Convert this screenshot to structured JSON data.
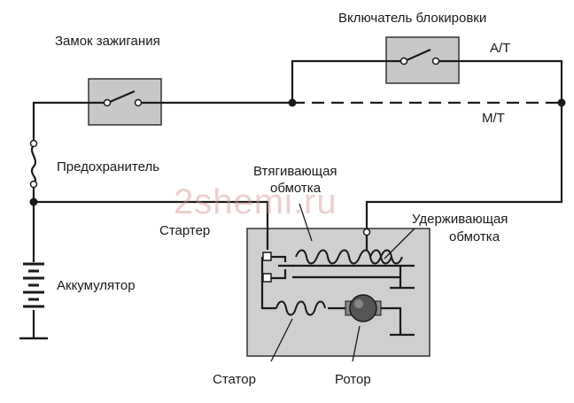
{
  "labels": {
    "ignition": "Замок зажигания",
    "interlock": "Включатель блокировки",
    "at": "А/Т",
    "mt": "М/Т",
    "fuse": "Предохранитель",
    "pull_in_1": "Втягивающая",
    "pull_in_2": "обмотка",
    "hold_1": "Удерживающая",
    "hold_2": "обмотка",
    "starter": "Стартер",
    "battery": "Аккумулятор",
    "stator": "Статор",
    "rotor": "Ротор"
  },
  "watermark": "2shemi.ru",
  "colors": {
    "wire": "#1a1a1a",
    "switch_box": "#c8c8c8",
    "starter_box": "#cfcfcf",
    "watermark": "#d29696"
  }
}
